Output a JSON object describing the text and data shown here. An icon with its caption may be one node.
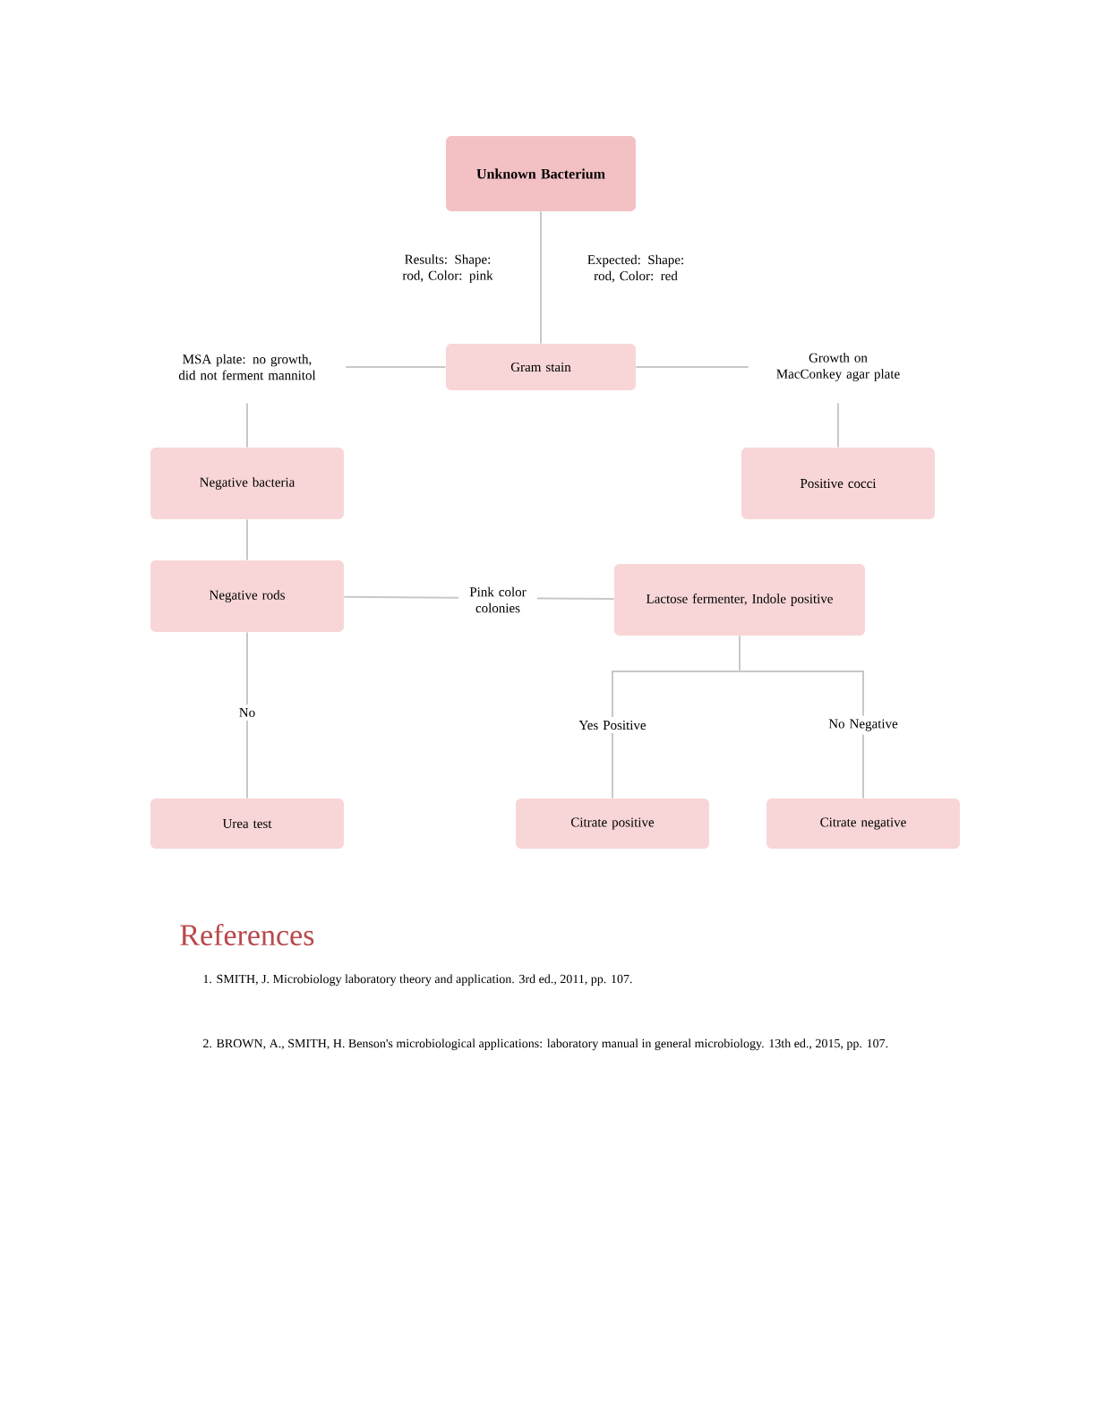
{
  "diagram": {
    "nodes": [
      {
        "text": [
          "Unknown Bacterium"
        ]
      },
      {
        "text": [
          "Gram stain"
        ]
      },
      {
        "text": [
          "MSA plate: no growth, did not ferment mannitol"
        ]
      },
      {
        "text": [
          "Growth on MacConkey agar plate"
        ]
      },
      {
        "text": [
          "Negative bacteria"
        ]
      },
      {
        "text": [
          "Positive cocci"
        ]
      },
      {
        "text": [
          "Negative rods"
        ]
      },
      {
        "text": [
          "Lactose fermenter, Indole positive"
        ]
      },
      {
        "text": [
          "Urea test"
        ]
      },
      {
        "text": [
          "Citrate positive"
        ]
      },
      {
        "text": [
          "Citrate negative"
        ]
      }
    ],
    "edges": [
      {
        "from": 0,
        "to": 1,
        "arrow": "none"
      },
      {
        "from": 2,
        "to": 1,
        "arrow": "none"
      },
      {
        "from": 1,
        "to": 3,
        "arrow": "none"
      },
      {
        "from": 2,
        "to": 4,
        "arrow": "none"
      },
      {
        "from": 3,
        "to": 5,
        "arrow": "none"
      },
      {
        "from": 4,
        "to": 6,
        "arrow": "none"
      },
      {
        "from": 6,
        "to": 7,
        "arrow": "none",
        "label": "Pink color colonies"
      },
      {
        "from": 6,
        "to": 8,
        "arrow": "none",
        "label": "No"
      },
      {
        "from": 7,
        "to": 9,
        "arrow": "none",
        "label": "Yes Positive"
      },
      {
        "from": 7,
        "to": 10,
        "arrow": "none",
        "label": "No Negative"
      }
    ],
    "labels": [
      "Results: Shape: rod, Color: pink",
      "Expected: Shape: rod, Color: red",
      "References",
      "1. SMITH, J. Microbiology laboratory theory and application. 3rd ed., 2011, pp. 107.",
      "2. BROWN, A., SMITH, H. Benson's microbiological applications: laboratory manual in general microbiology. 13th ed., 2015, pp. 107."
    ]
  }
}
